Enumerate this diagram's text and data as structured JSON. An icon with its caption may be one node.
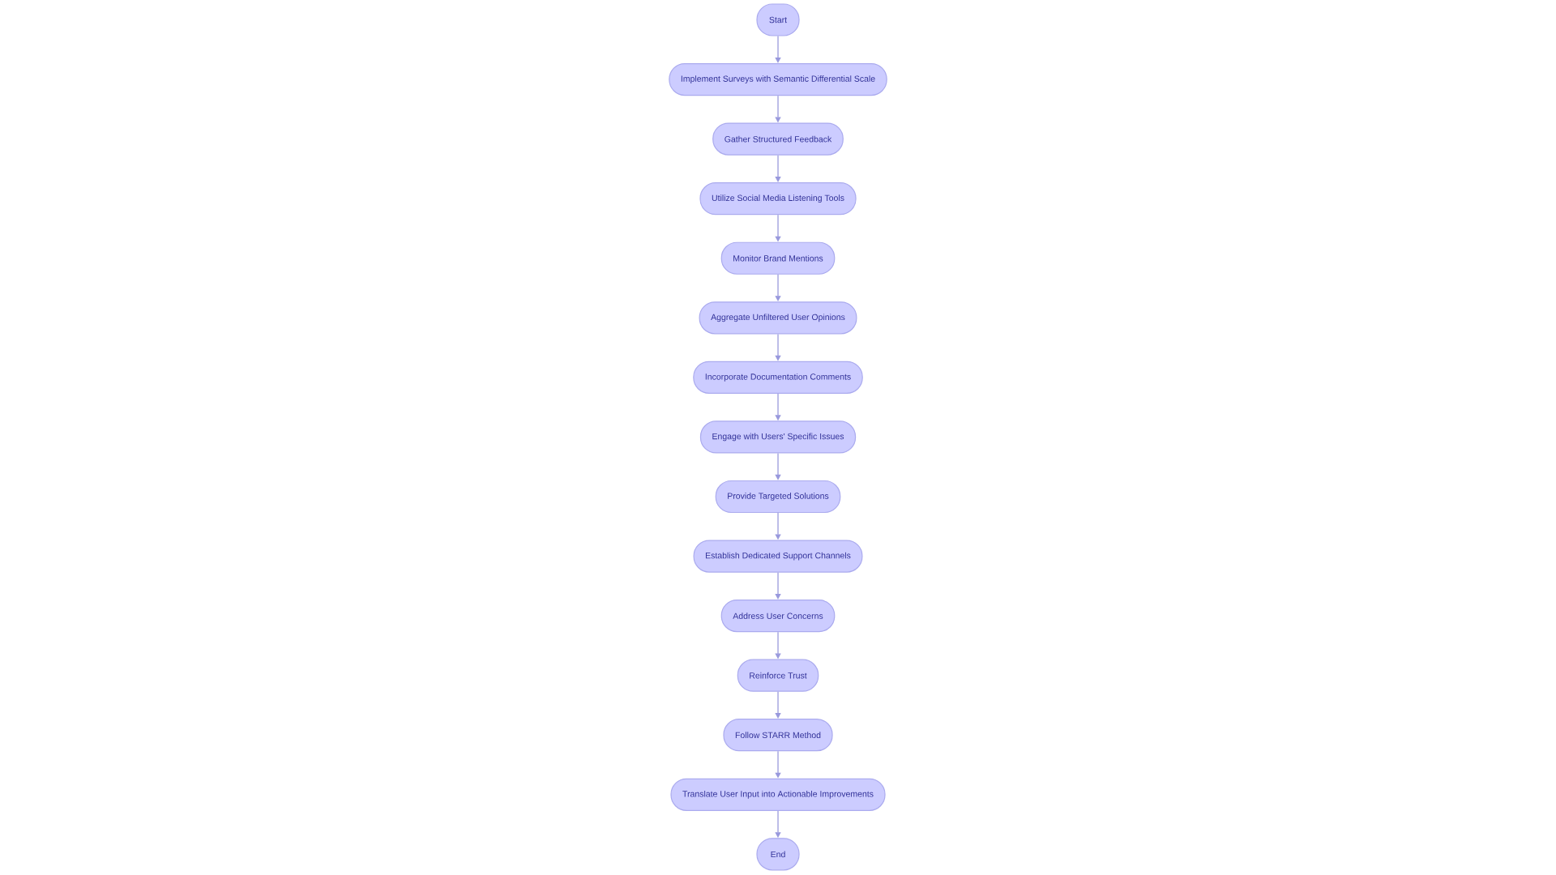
{
  "diagram": {
    "nodes": [
      {
        "text": [
          "Start"
        ]
      },
      {
        "text": [
          "Implement Surveys with Semantic Differential Scale"
        ]
      },
      {
        "text": [
          "Gather Structured Feedback"
        ]
      },
      {
        "text": [
          "Utilize Social Media Listening Tools"
        ]
      },
      {
        "text": [
          "Monitor Brand Mentions"
        ]
      },
      {
        "text": [
          "Aggregate Unfiltered User Opinions"
        ]
      },
      {
        "text": [
          "Incorporate Documentation Comments"
        ]
      },
      {
        "text": [
          "Engage with Users' Specific Issues"
        ]
      },
      {
        "text": [
          "Provide Targeted Solutions"
        ]
      },
      {
        "text": [
          "Establish Dedicated Support Channels"
        ]
      },
      {
        "text": [
          "Address User Concerns"
        ]
      },
      {
        "text": [
          "Reinforce Trust"
        ]
      },
      {
        "text": [
          "Follow STARR Method"
        ]
      },
      {
        "text": [
          "Translate User Input into Actionable Improvements"
        ]
      },
      {
        "text": [
          "End"
        ]
      }
    ],
    "edges": [
      {
        "from": 0,
        "to": 1,
        "arrow": "to"
      },
      {
        "from": 1,
        "to": 2,
        "arrow": "to"
      },
      {
        "from": 2,
        "to": 3,
        "arrow": "to"
      },
      {
        "from": 3,
        "to": 4,
        "arrow": "to"
      },
      {
        "from": 4,
        "to": 5,
        "arrow": "to"
      },
      {
        "from": 5,
        "to": 6,
        "arrow": "to"
      },
      {
        "from": 6,
        "to": 7,
        "arrow": "to"
      },
      {
        "from": 7,
        "to": 8,
        "arrow": "to"
      },
      {
        "from": 8,
        "to": 9,
        "arrow": "to"
      },
      {
        "from": 9,
        "to": 10,
        "arrow": "to"
      },
      {
        "from": 10,
        "to": 11,
        "arrow": "to"
      },
      {
        "from": 11,
        "to": 12,
        "arrow": "to"
      },
      {
        "from": 12,
        "to": 13,
        "arrow": "to"
      },
      {
        "from": 13,
        "to": 14,
        "arrow": "to"
      }
    ]
  }
}
